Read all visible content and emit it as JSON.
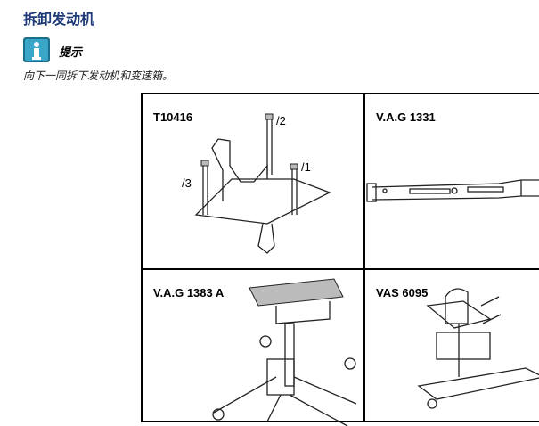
{
  "page": {
    "title": "拆卸发动机",
    "hint_label": "提示",
    "hint_icon": "info-icon",
    "note": "向下一同拆下发动机和变速箱。"
  },
  "tools": [
    {
      "code": "T10416",
      "parts": [
        "/2",
        "/1",
        "/3"
      ]
    },
    {
      "code": "V.A.G 1331"
    },
    {
      "code": "V.A.G 1383 A"
    },
    {
      "code": "VAS 6095"
    }
  ],
  "colors": {
    "title": "#1f3a78",
    "icon_bg": "#2a8fb0"
  }
}
